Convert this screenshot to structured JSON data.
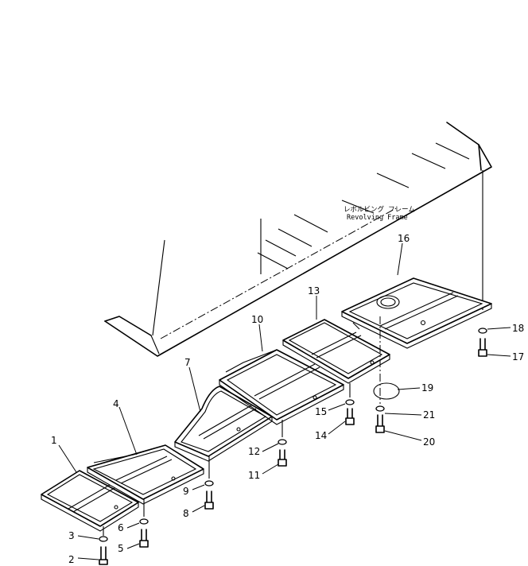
{
  "frame_label": {
    "jp": "レボルビング フレーム",
    "en": "Revolving Frame"
  },
  "part_numbers": {
    "p1": "1",
    "p2": "2",
    "p3": "3",
    "p4": "4",
    "p5": "5",
    "p6": "6",
    "p7": "7",
    "p8": "8",
    "p9": "9",
    "p10": "10",
    "p11": "11",
    "p12": "12",
    "p13": "13",
    "p14": "14",
    "p15": "15",
    "p16": "16",
    "p17": "17",
    "p18": "18",
    "p19": "19",
    "p20": "20",
    "p21": "21"
  }
}
